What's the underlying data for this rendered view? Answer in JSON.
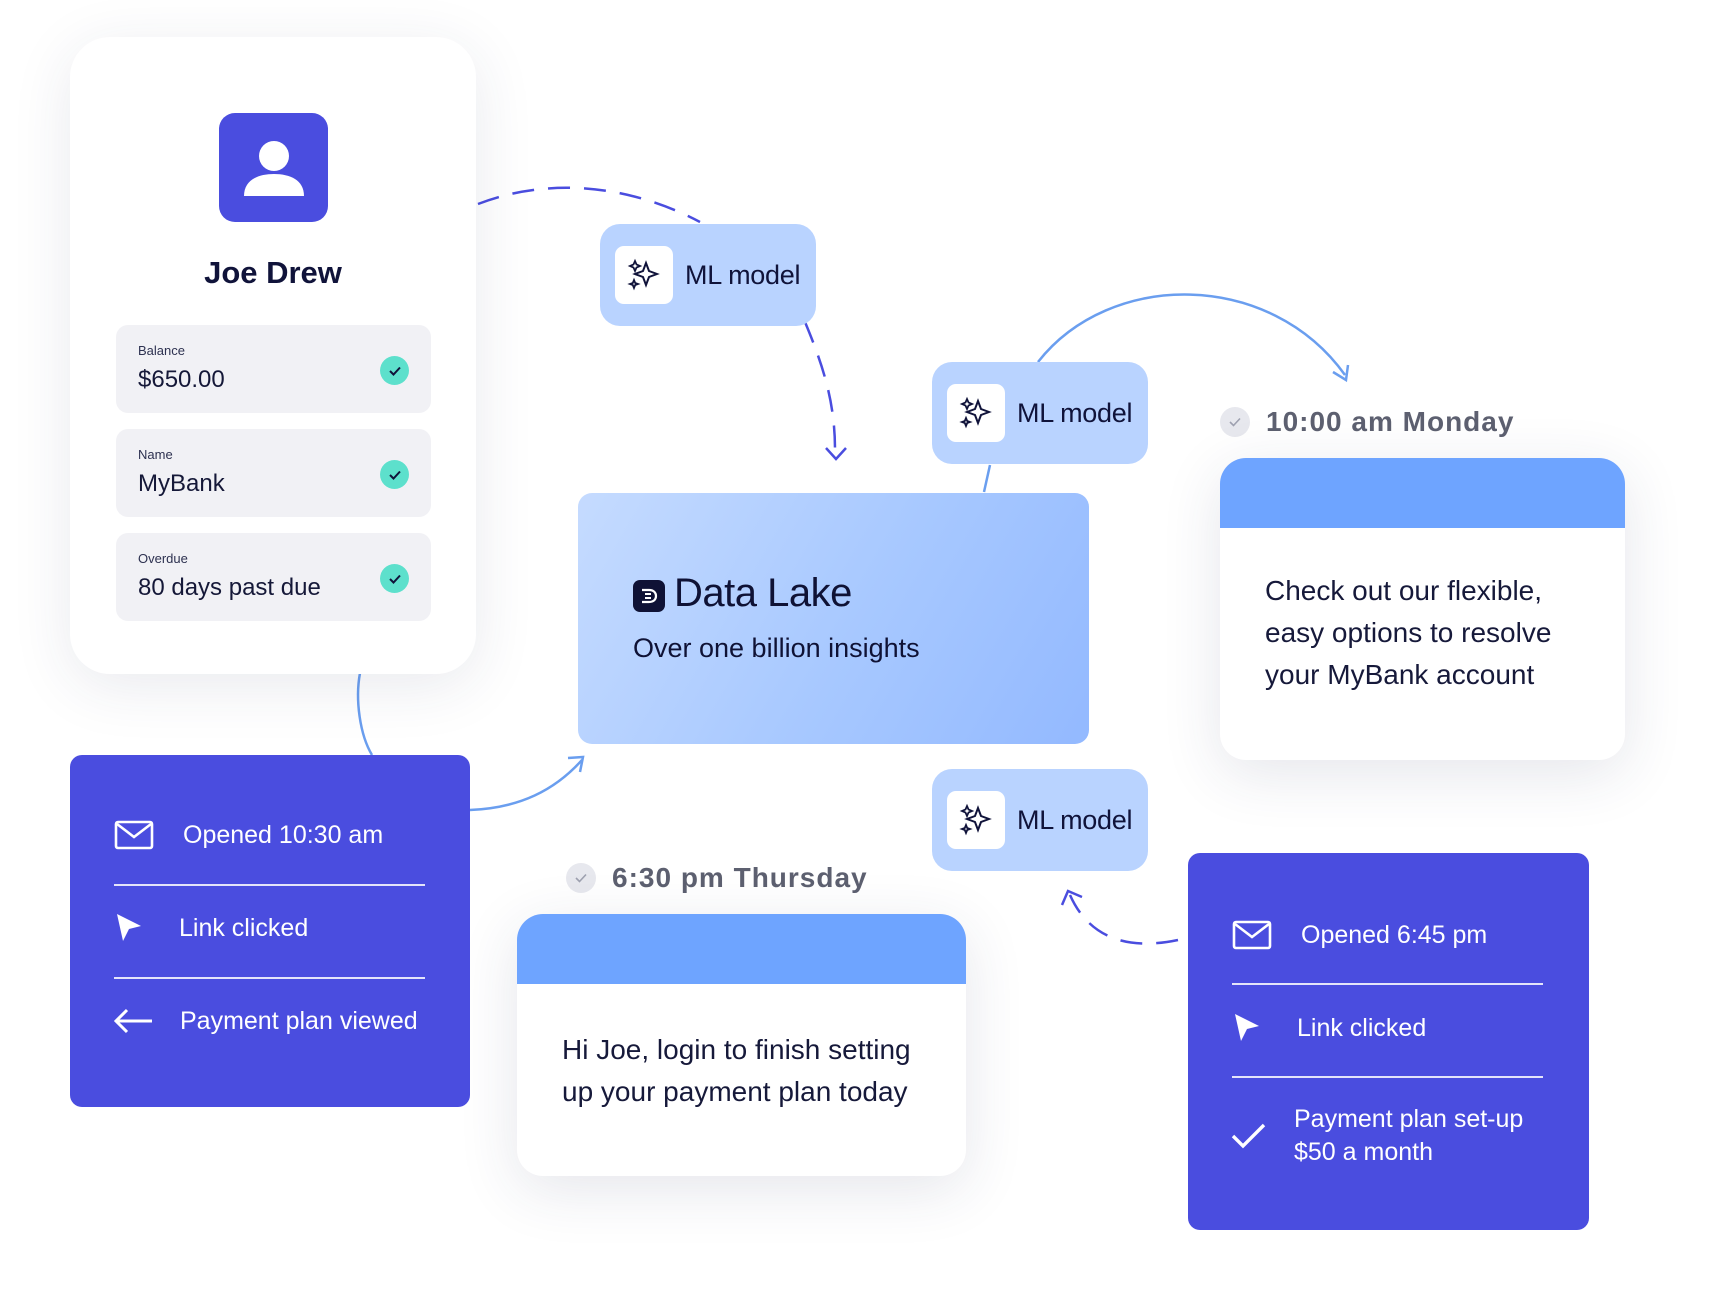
{
  "profile": {
    "name": "Joe Drew",
    "fields": [
      {
        "label": "Balance",
        "value": "$650.00"
      },
      {
        "label": "Name",
        "value": "MyBank"
      },
      {
        "label": "Overdue",
        "value": "80 days past due"
      }
    ]
  },
  "ml_models": [
    {
      "label": "ML model"
    },
    {
      "label": "ML model"
    },
    {
      "label": "ML model"
    }
  ],
  "data_lake": {
    "title": "Data Lake",
    "subtitle": "Over one billion insights"
  },
  "messages": {
    "monday": {
      "timestamp": "10:00 am Monday",
      "lines": [
        "Check out our flexible,",
        "easy options to resolve",
        "your MyBank account"
      ]
    },
    "thursday": {
      "timestamp": "6:30 pm Thursday",
      "lines": [
        "Hi Joe, login to finish setting",
        "up your payment plan today"
      ]
    }
  },
  "activity_left": [
    {
      "icon": "envelope-icon",
      "label": "Opened 10:30 am"
    },
    {
      "icon": "cursor-icon",
      "label": "Link clicked"
    },
    {
      "icon": "arrow-left-icon",
      "label": "Payment plan viewed"
    }
  ],
  "activity_right": [
    {
      "icon": "envelope-icon",
      "label": "Opened 6:45 pm"
    },
    {
      "icon": "cursor-icon",
      "label": "Link clicked"
    },
    {
      "icon": "checkmark-icon",
      "label_line1": "Payment plan set-up",
      "label_line2": "$50 a month"
    }
  ],
  "colors": {
    "primary": "#4a4ddf",
    "chip": "#b9d3ff",
    "message_header": "#6ea4ff",
    "check": "#5de0cc",
    "connector": "#6a9eef"
  }
}
